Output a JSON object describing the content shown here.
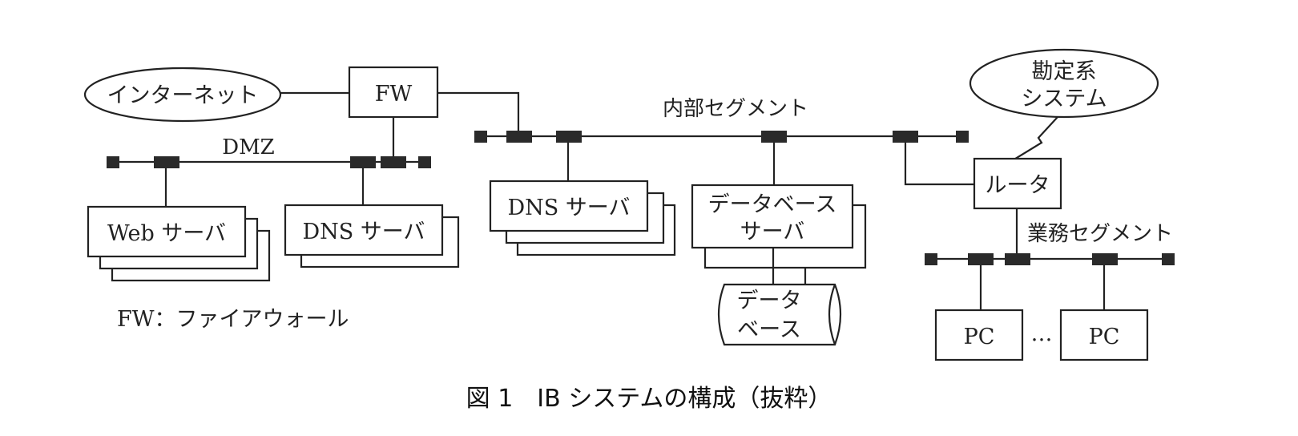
{
  "diagram": {
    "caption": "図 1　IB システムの構成（抜粋）",
    "legend": "FW：ファイアウォール",
    "nodes": {
      "internet": "インターネット",
      "firewall": "FW",
      "web_server": "Web サーバ",
      "dmz_dns_server": "DNS サーバ",
      "internal_dns_server": "DNS サーバ",
      "database_server_line1": "データベース",
      "database_server_line2": "サーバ",
      "database_line1": "データ",
      "database_line2": "ベース",
      "router": "ルータ",
      "accounting_system_line1": "勘定系",
      "accounting_system_line2": "システム",
      "pc_first": "PC",
      "pc_last": "PC",
      "ellipsis": "…"
    },
    "segments": {
      "dmz": "DMZ",
      "internal": "内部セグメント",
      "business": "業務セグメント"
    },
    "connections": [
      {
        "from": "インターネット",
        "to": "FW"
      },
      {
        "from": "FW",
        "to": "DMZ"
      },
      {
        "from": "FW",
        "to": "内部セグメント"
      },
      {
        "from": "DMZ",
        "to": "Web サーバ"
      },
      {
        "from": "DMZ",
        "to": "DNS サーバ"
      },
      {
        "from": "内部セグメント",
        "to": "DNS サーバ"
      },
      {
        "from": "内部セグメント",
        "to": "データベースサーバ"
      },
      {
        "from": "データベースサーバ",
        "to": "データベース"
      },
      {
        "from": "内部セグメント",
        "to": "ルータ"
      },
      {
        "from": "ルータ",
        "to": "勘定系システム",
        "type": "wan"
      },
      {
        "from": "ルータ",
        "to": "業務セグメント"
      },
      {
        "from": "業務セグメント",
        "to": "PC"
      }
    ]
  }
}
